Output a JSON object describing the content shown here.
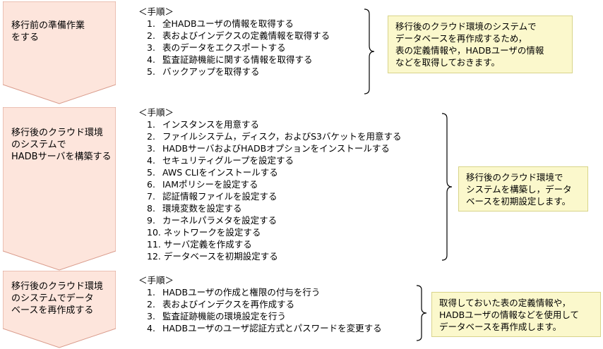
{
  "phases": [
    {
      "title": "移行前の準備作業\nをする",
      "steps_header": "＜手順＞",
      "steps": [
        {
          "num": "1.",
          "text": "全HADBユーザの情報を取得する"
        },
        {
          "num": "2.",
          "text": "表およびインデクスの定義情報を取得する"
        },
        {
          "num": "3.",
          "text": "表のデータをエクスポートする"
        },
        {
          "num": "4.",
          "text": "監査証跡機能に関する情報を取得する"
        },
        {
          "num": "5.",
          "text": "バックアップを取得する"
        }
      ],
      "note": "移行後のクラウド環境のシステムで\nデータベースを再作成するため，\n表の定義情報や，HADBユーザの情報\nなどを取得しておきます。"
    },
    {
      "title": "移行後のクラウド環境\nのシステムで\nHADBサーバを構築する",
      "steps_header": "＜手順＞",
      "steps": [
        {
          "num": "1.",
          "text": "インスタンスを用意する"
        },
        {
          "num": "2.",
          "text": "ファイルシステム，ディスク，およびS3バケットを用意する"
        },
        {
          "num": "3.",
          "text": "HADBサーバおよびHADBオプションをインストールする"
        },
        {
          "num": "4.",
          "text": "セキュリティグループを設定する"
        },
        {
          "num": "5.",
          "text": "AWS CLIをインストールする"
        },
        {
          "num": "6.",
          "text": "IAMポリシーを設定する"
        },
        {
          "num": "7.",
          "text": "認証情報ファイルを設定する"
        },
        {
          "num": "8.",
          "text": "環境変数を設定する"
        },
        {
          "num": "9.",
          "text": "カーネルパラメタを設定する"
        },
        {
          "num": "10.",
          "text": "ネットワークを設定する"
        },
        {
          "num": "11.",
          "text": "サーバ定義を作成する"
        },
        {
          "num": "12.",
          "text": "データベースを初期設定する"
        }
      ],
      "note": "移行後のクラウド環境で\nシステムを構築し，データ\nベースを初期設定します。"
    },
    {
      "title": "移行後のクラウド環境\nのシステムでデータ\nベースを再作成する",
      "steps_header": "＜手順＞",
      "steps": [
        {
          "num": "1.",
          "text": "HADBユーザの作成と権限の付与を行う"
        },
        {
          "num": "2.",
          "text": "表およびインデクスを再作成する"
        },
        {
          "num": "3.",
          "text": "監査証跡機能の環境設定を行う"
        },
        {
          "num": "4.",
          "text": "HADBユーザのユーザ認証方式とパスワードを変更する"
        }
      ],
      "note": "取得しておいた表の定義情報や，\nHADBユーザの情報などを使用して\nデータベースを再作成します。"
    }
  ],
  "colors": {
    "arrow_fill": "#fde5dc",
    "arrow_stroke": "#d99a8a",
    "note_fill": "#fbf8cc",
    "note_stroke": "#d8d48a"
  }
}
